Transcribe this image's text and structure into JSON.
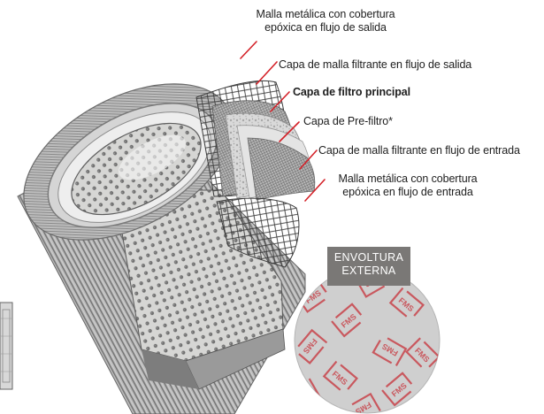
{
  "labels": {
    "outlet_mesh_line1": "Malla metálica con cobertura",
    "outlet_mesh_line2": "epóxica en flujo de salida",
    "outlet_filter_mesh": "Capa de malla filtrante en flujo de salida",
    "main_filter": "Capa de filtro principal",
    "prefilter": "Capa de Pre-filtro*",
    "inlet_filter_mesh": "Capa de malla filtrante en flujo de entrada",
    "inlet_mesh_line1": "Malla metálica con cobertura",
    "inlet_mesh_line2": "epóxica en flujo de entrada"
  },
  "badge": {
    "line1": "ENVOLTURA",
    "line2": "EXTERNA"
  },
  "wrap_print": {
    "logo_text": "FMS"
  },
  "colors": {
    "leader_line": "#d42027",
    "badge_bg": "#7a7876",
    "wrap_print": "#c8434a",
    "label_text": "#1e1e1e"
  }
}
